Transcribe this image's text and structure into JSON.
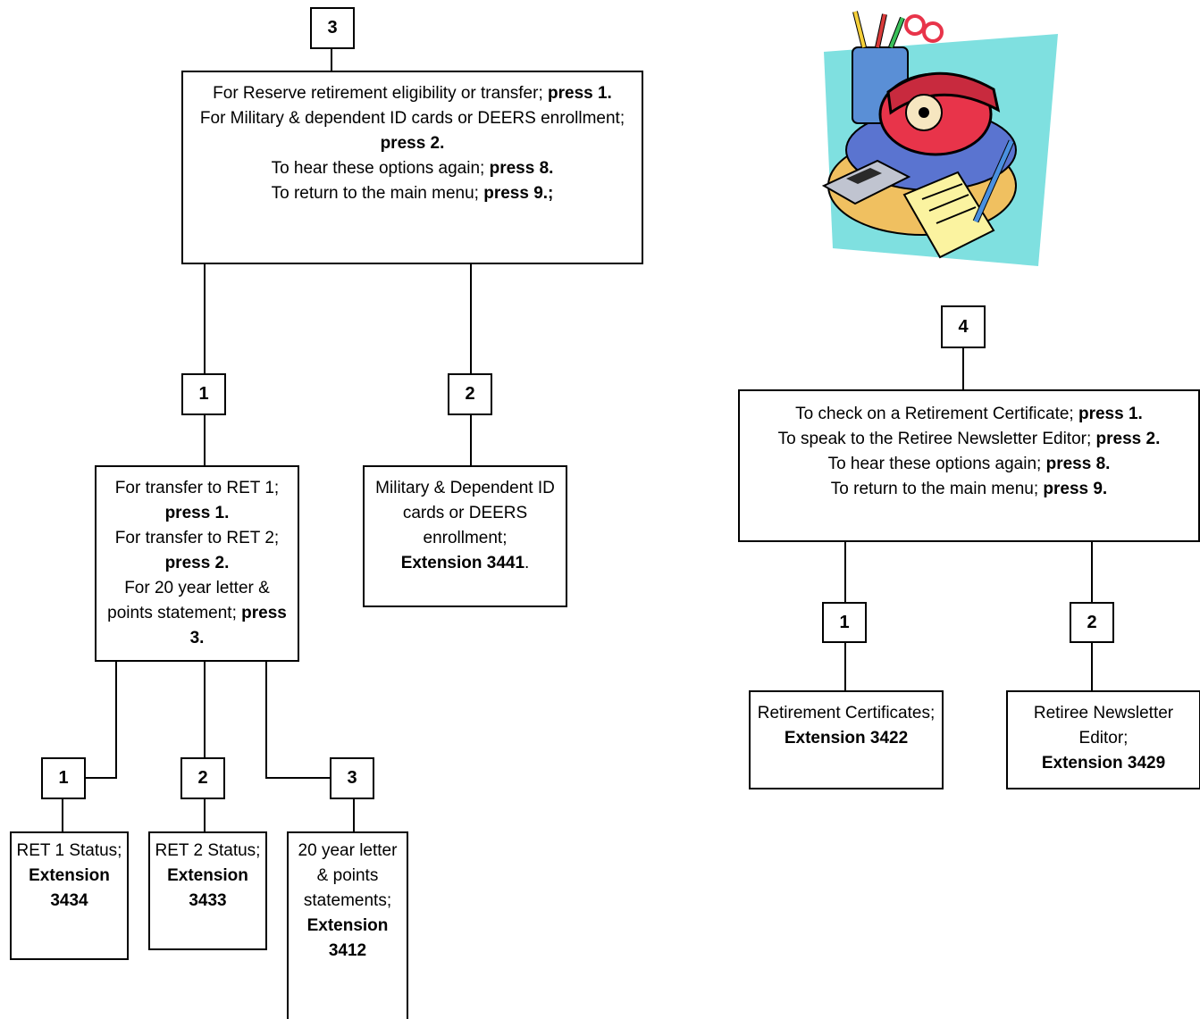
{
  "menu3": {
    "number": "3",
    "lines": [
      {
        "text": "For Reserve retirement eligibility or transfer; ",
        "action": "press 1."
      },
      {
        "text": "For Military & dependent ID cards or DEERS enrollment; ",
        "action": "press 2."
      },
      {
        "text": "To hear these options again; ",
        "action": "press 8."
      },
      {
        "text": "To return to the main menu; ",
        "action": "press 9.;"
      }
    ],
    "option1": {
      "number": "1",
      "lines": [
        {
          "text": "For transfer to RET 1; ",
          "action": "press 1."
        },
        {
          "text": "For transfer to RET 2; ",
          "action": "press 2."
        },
        {
          "text": "For 20 year letter & points statement; ",
          "action": "press 3."
        }
      ],
      "sub": [
        {
          "number": "1",
          "label": "RET 1 Status;",
          "extension": "Extension 3434"
        },
        {
          "number": "2",
          "label": "RET 2 Status;",
          "extension": "Extension 3433"
        },
        {
          "number": "3",
          "label": "20 year letter & points statements;",
          "extension": "Extension 3412"
        }
      ]
    },
    "option2": {
      "number": "2",
      "label": "Military & Dependent ID cards or DEERS enrollment;",
      "extension": "Extension 3441",
      "suffix": "."
    }
  },
  "menu4": {
    "number": "4",
    "lines": [
      {
        "text": "To check on a Retirement Certificate; ",
        "action": "press 1."
      },
      {
        "text": "To speak to the Retiree Newsletter Editor; ",
        "action": "press 2."
      },
      {
        "text": "To hear these options again; ",
        "action": "press 8."
      },
      {
        "text": "To return to the main menu; ",
        "action": "press 9."
      }
    ],
    "sub": [
      {
        "number": "1",
        "label": "Retirement Certificates;",
        "extension": "Extension 3422"
      },
      {
        "number": "2",
        "label": "Retiree Newsletter Editor;",
        "extension": "Extension 3429"
      }
    ]
  },
  "clipart": {
    "icon": "desk-telephone-clipart-icon",
    "colors": {
      "phone": "#e8344a",
      "backdrop": "#7fe0e0",
      "cup": "#5a8fd6",
      "pad": "#fbf3a0"
    }
  }
}
